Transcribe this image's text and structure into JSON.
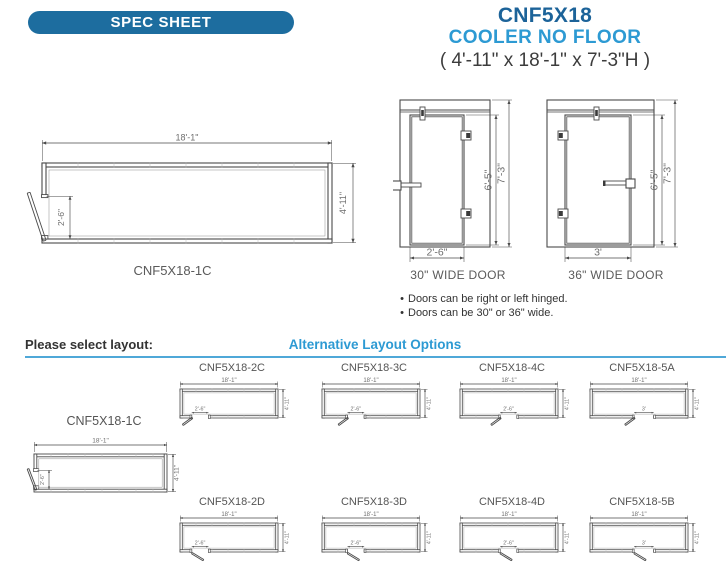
{
  "banner": {
    "label": "SPEC SHEET"
  },
  "title": {
    "model": "CNF5X18",
    "product": "COOLER NO FLOOR",
    "overall_dimensions": "( 4'-11\" x 18'-1\" x 7'-3\"H )"
  },
  "colors": {
    "banner_bg": "#1d6d9f",
    "model_text": "#1c6399",
    "accent_light": "#2d9ad3",
    "rule": "#4fa8d8",
    "line": "#4a4a4a",
    "line_light": "#999999",
    "dim_text": "#6e6e6e",
    "label_text": "#5a5a5a",
    "body_text": "#333333"
  },
  "main_plan": {
    "id": "CNF5X18-1C",
    "width": "18'-1\"",
    "depth": "4'-11\"",
    "door_width": "2'-6\""
  },
  "doors": [
    {
      "label": "30\" WIDE DOOR",
      "width": "2'-6\"",
      "door_height": "6'-5\"",
      "overall_height": "7'-3\"",
      "hinge_side": "right"
    },
    {
      "label": "36\" WIDE DOOR",
      "width": "3'",
      "door_height": "6'-5\"",
      "overall_height": "7'-3\"",
      "hinge_side": "left"
    }
  ],
  "notes": [
    "Doors can be right or left hinged.",
    "Doors can be 30\" or 36\" wide."
  ],
  "layout_section": {
    "prompt": "Please select layout:",
    "heading": "Alternative Layout Options"
  },
  "selected_layout": {
    "id": "CNF5X18-1C",
    "width": "18'-1\"",
    "depth": "4'-11\"",
    "door_width": "2'-6\""
  },
  "alt_layouts": [
    {
      "id": "CNF5X18-2C",
      "width": "18'-1\"",
      "depth": "4'-11\"",
      "door_width": "2'-6\"",
      "door_position": 0.12,
      "door_span": 0.17,
      "swing": "out-left",
      "row": 0,
      "col": 0
    },
    {
      "id": "CNF5X18-3C",
      "width": "18'-1\"",
      "depth": "4'-11\"",
      "door_width": "2'-6\"",
      "door_position": 0.26,
      "door_span": 0.17,
      "swing": "out-left",
      "row": 0,
      "col": 1
    },
    {
      "id": "CNF5X18-4C",
      "width": "18'-1\"",
      "depth": "4'-11\"",
      "door_width": "2'-6\"",
      "door_position": 0.41,
      "door_span": 0.17,
      "swing": "out-left",
      "row": 0,
      "col": 2
    },
    {
      "id": "CNF5X18-5A",
      "width": "18'-1\"",
      "depth": "4'-11\"",
      "door_width": "3'",
      "door_position": 0.45,
      "door_span": 0.2,
      "swing": "out-left",
      "row": 0,
      "col": 3
    },
    {
      "id": "CNF5X18-2D",
      "width": "18'-1\"",
      "depth": "4'-11\"",
      "door_width": "2'-6\"",
      "door_position": 0.12,
      "door_span": 0.17,
      "swing": "out-right",
      "row": 1,
      "col": 0
    },
    {
      "id": "CNF5X18-3D",
      "width": "18'-1\"",
      "depth": "4'-11\"",
      "door_width": "2'-6\"",
      "door_position": 0.26,
      "door_span": 0.17,
      "swing": "out-right",
      "row": 1,
      "col": 1
    },
    {
      "id": "CNF5X18-4D",
      "width": "18'-1\"",
      "depth": "4'-11\"",
      "door_width": "2'-6\"",
      "door_position": 0.41,
      "door_span": 0.17,
      "swing": "out-right",
      "row": 1,
      "col": 2
    },
    {
      "id": "CNF5X18-5B",
      "width": "18'-1\"",
      "depth": "4'-11\"",
      "door_width": "3'",
      "door_position": 0.45,
      "door_span": 0.2,
      "swing": "out-right",
      "row": 1,
      "col": 3
    }
  ]
}
